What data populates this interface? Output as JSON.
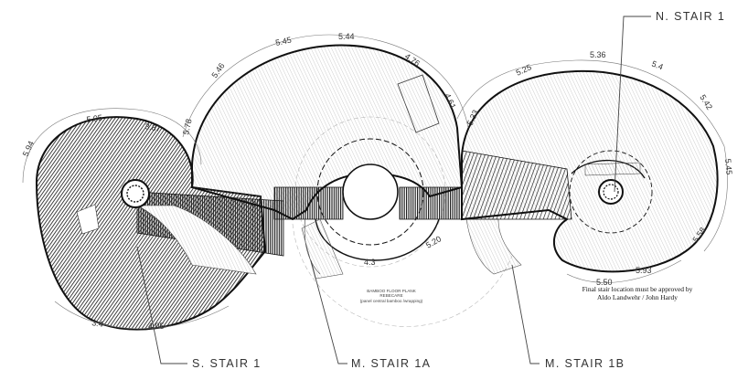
{
  "labels": {
    "n_stair": "N. STAIR 1",
    "s_stair": "S. STAIR 1",
    "m_stair_a": "M. STAIR 1A",
    "m_stair_b": "M. STAIR 1B"
  },
  "notes": {
    "approval_line1": "Final stair location must be approved by",
    "approval_line2": "Aldo Landwehr / John Hardy",
    "center_line1": "BAMBOO FLOOR PLANK",
    "center_line2": "REBECARE",
    "center_line3": "(panel central bamboo /wrapping)"
  },
  "dimensions": {
    "left": [
      "5.05",
      "3.87",
      "5.94",
      "3.4",
      "4.05"
    ],
    "middle": [
      "5.46",
      "5.45",
      "5.44",
      "4.76",
      "4.61",
      "5.78",
      "5.33",
      "5.20",
      "4.3"
    ],
    "right": [
      "5.25",
      "5.36",
      "5.4",
      "5.42",
      "5.45",
      "5.58",
      "5.93",
      "5.50"
    ]
  }
}
